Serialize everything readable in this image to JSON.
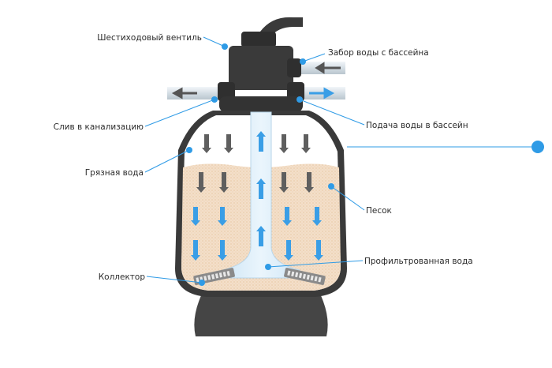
{
  "labels": {
    "valve": "Шестиходовый вентиль",
    "intake": "Забор воды с бассейна",
    "drain": "Слив в канализацию",
    "supply": "Подача воды в бассейн",
    "dirty_water": "Грязная вода",
    "sand": "Песок",
    "collector": "Коллектор",
    "filtered_water": "Профильтрованная вода"
  },
  "colors": {
    "accent": "#2f9be6",
    "tank_body": "#3a3a3a",
    "sand": "#f2dcc4",
    "water": "#d8ecf8",
    "down_arrow_dark": "#5f5f5f",
    "down_arrow_blue": "#3a9ee6",
    "up_arrow": "#3a9ee6"
  }
}
